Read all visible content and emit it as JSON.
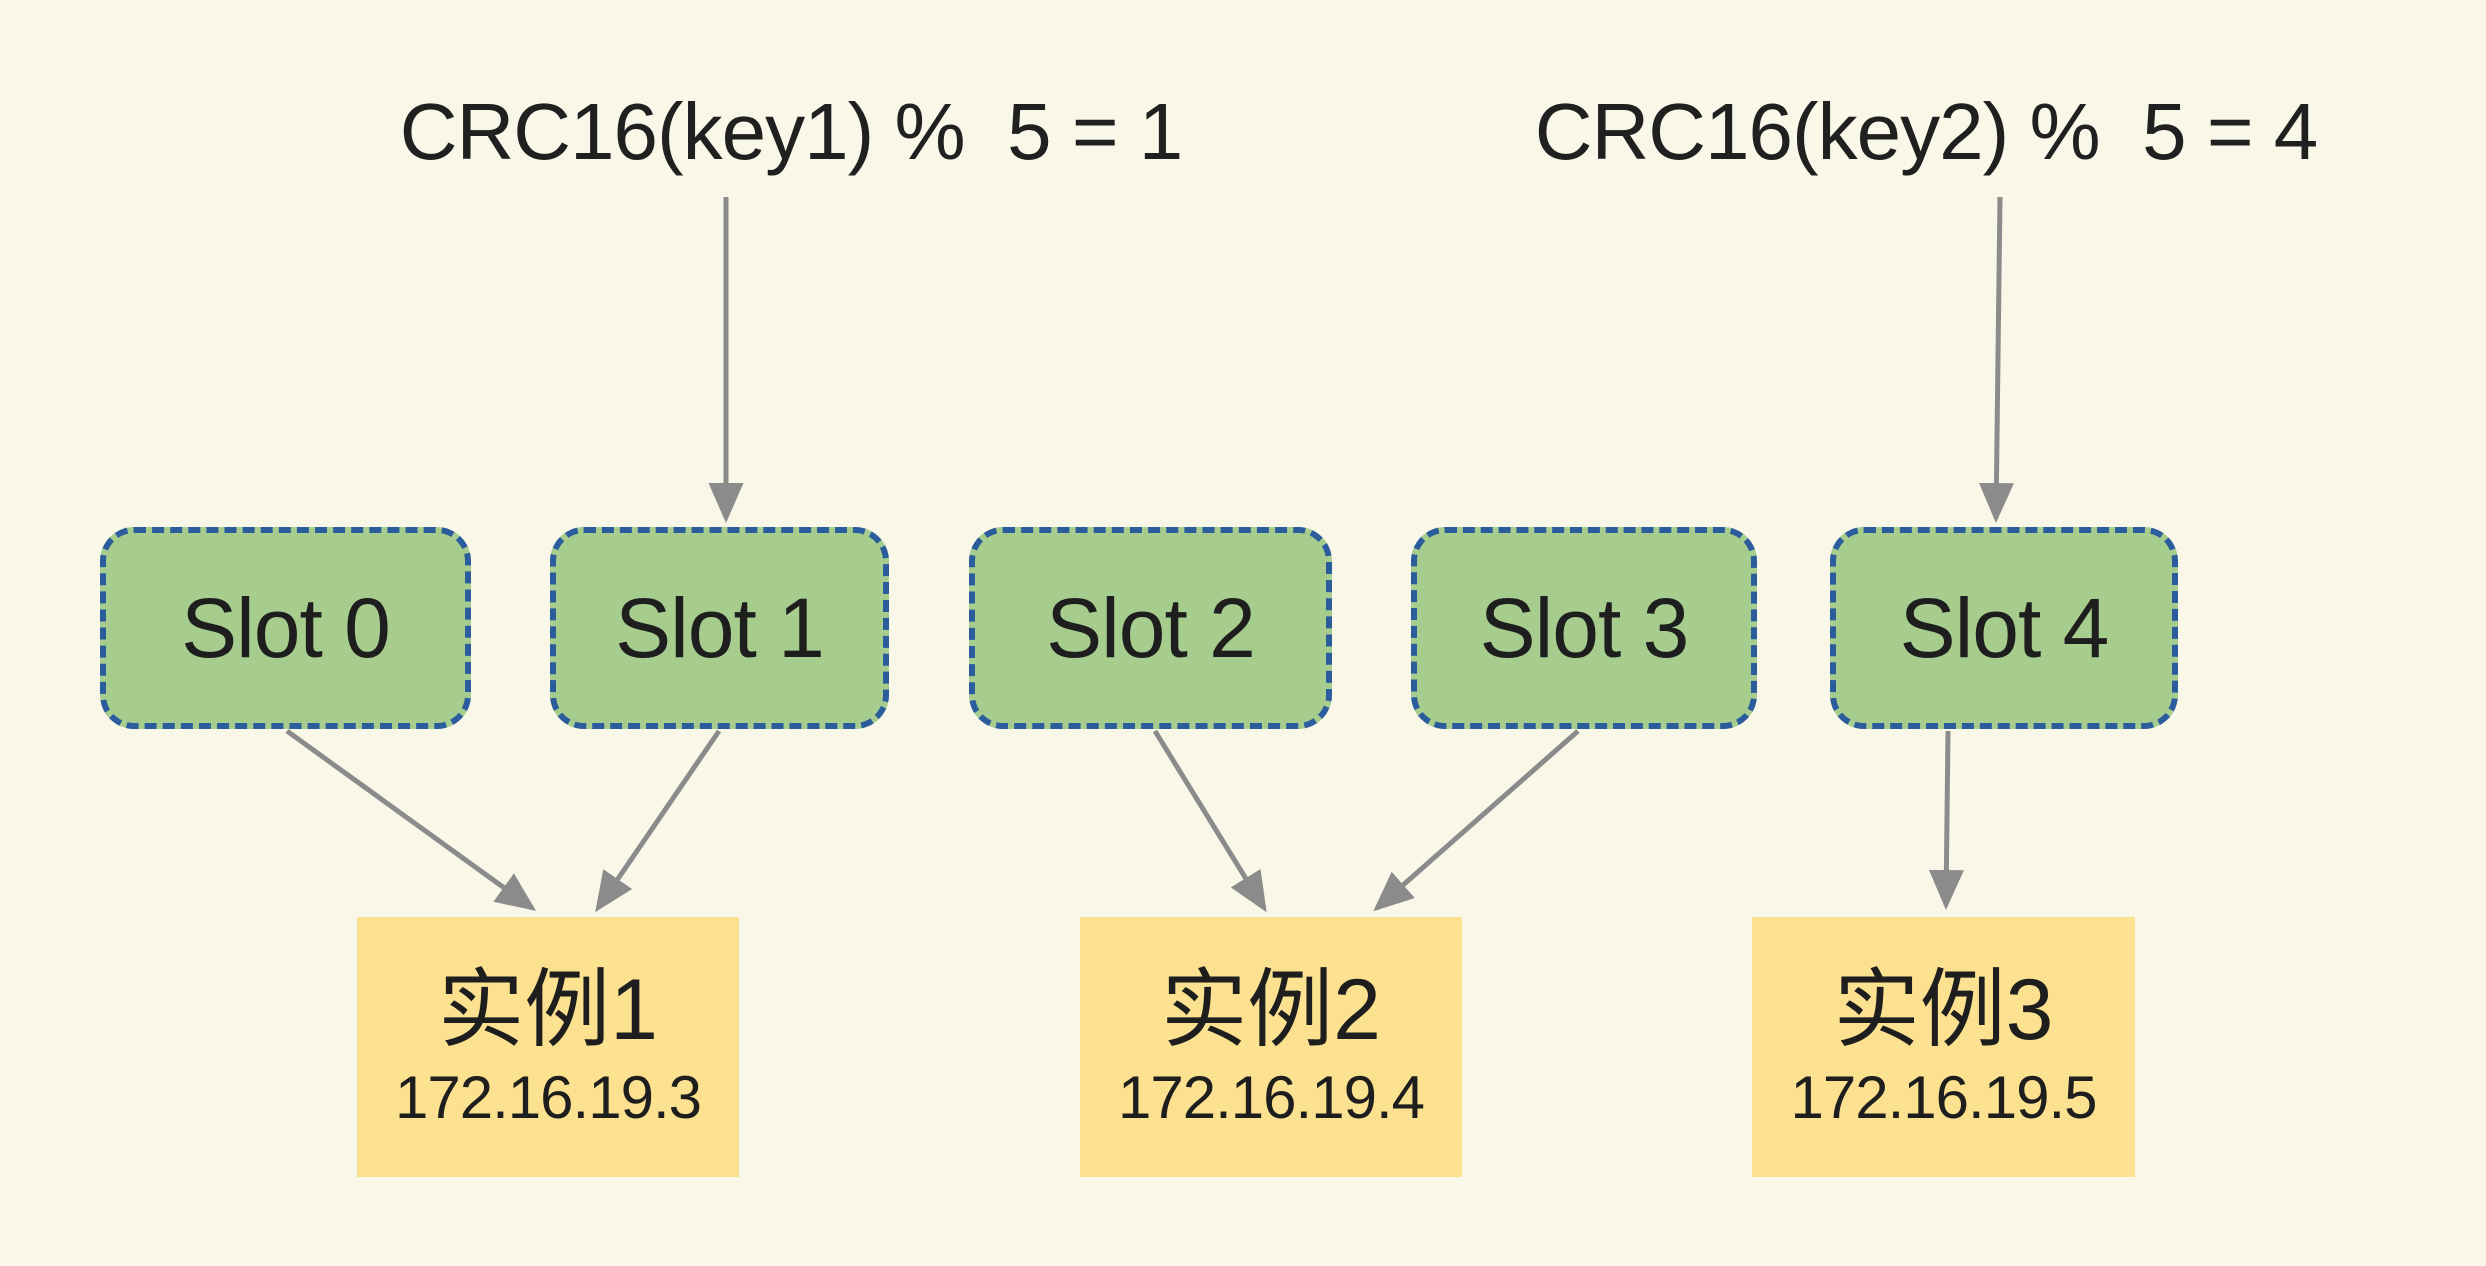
{
  "formulas": [
    {
      "text": "CRC16(key1) %  5 = 1"
    },
    {
      "text": "CRC16(key2) %  5 = 4"
    }
  ],
  "slots": [
    {
      "label": "Slot 0"
    },
    {
      "label": "Slot 1"
    },
    {
      "label": "Slot 2"
    },
    {
      "label": "Slot 3"
    },
    {
      "label": "Slot 4"
    }
  ],
  "instances": [
    {
      "name": "实例1",
      "ip": "172.16.19.3"
    },
    {
      "name": "实例2",
      "ip": "172.16.19.4"
    },
    {
      "name": "实例3",
      "ip": "172.16.19.5"
    }
  ],
  "edges": [
    {
      "from": "CRC16(key1) %  5 = 1",
      "to": "Slot 1"
    },
    {
      "from": "CRC16(key2) %  5 = 4",
      "to": "Slot 4"
    },
    {
      "from": "Slot 0",
      "to": "实例1"
    },
    {
      "from": "Slot 1",
      "to": "实例1"
    },
    {
      "from": "Slot 2",
      "to": "实例2"
    },
    {
      "from": "Slot 3",
      "to": "实例2"
    },
    {
      "from": "Slot 4",
      "to": "实例3"
    }
  ],
  "colors": {
    "background": "#F9F7E7",
    "slot_fill": "#A7CD8E",
    "slot_border": "#2B5C9B",
    "instance_fill": "#FBE190",
    "arrow": "#8B8B8B",
    "text": "#202020"
  }
}
